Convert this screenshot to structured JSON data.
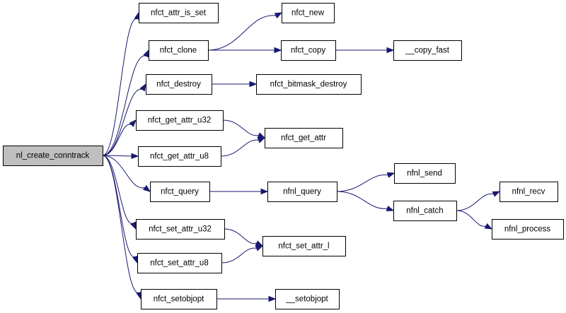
{
  "nodes": [
    {
      "id": "root",
      "label": "nl_create_conntrack"
    },
    {
      "id": "attr_is_set",
      "label": "nfct_attr_is_set"
    },
    {
      "id": "clone",
      "label": "nfct_clone"
    },
    {
      "id": "destroy",
      "label": "nfct_destroy"
    },
    {
      "id": "get_u32",
      "label": "nfct_get_attr_u32"
    },
    {
      "id": "get_u8",
      "label": "nfct_get_attr_u8"
    },
    {
      "id": "query",
      "label": "nfct_query"
    },
    {
      "id": "set_u32",
      "label": "nfct_set_attr_u32"
    },
    {
      "id": "set_u8",
      "label": "nfct_set_attr_u8"
    },
    {
      "id": "setobjopt",
      "label": "nfct_setobjopt"
    },
    {
      "id": "new",
      "label": "nfct_new"
    },
    {
      "id": "copy",
      "label": "nfct_copy"
    },
    {
      "id": "copy_fast",
      "label": "__copy_fast"
    },
    {
      "id": "bitmask_destroy",
      "label": "nfct_bitmask_destroy"
    },
    {
      "id": "get_attr",
      "label": "nfct_get_attr"
    },
    {
      "id": "nfnl_query",
      "label": "nfnl_query"
    },
    {
      "id": "nfnl_send",
      "label": "nfnl_send"
    },
    {
      "id": "nfnl_catch",
      "label": "nfnl_catch"
    },
    {
      "id": "nfnl_recv",
      "label": "nfnl_recv"
    },
    {
      "id": "nfnl_process",
      "label": "nfnl_process"
    },
    {
      "id": "set_attr_l",
      "label": "nfct_set_attr_l"
    },
    {
      "id": "setobjopt2",
      "label": "__setobjopt"
    }
  ],
  "edges": [
    [
      "root",
      "attr_is_set"
    ],
    [
      "root",
      "clone"
    ],
    [
      "root",
      "destroy"
    ],
    [
      "root",
      "get_u32"
    ],
    [
      "root",
      "get_u8"
    ],
    [
      "root",
      "query"
    ],
    [
      "root",
      "set_u32"
    ],
    [
      "root",
      "set_u8"
    ],
    [
      "root",
      "setobjopt"
    ],
    [
      "clone",
      "new"
    ],
    [
      "clone",
      "copy"
    ],
    [
      "copy",
      "copy_fast"
    ],
    [
      "destroy",
      "bitmask_destroy"
    ],
    [
      "get_u32",
      "get_attr"
    ],
    [
      "get_u8",
      "get_attr"
    ],
    [
      "query",
      "nfnl_query"
    ],
    [
      "nfnl_query",
      "nfnl_send"
    ],
    [
      "nfnl_query",
      "nfnl_catch"
    ],
    [
      "nfnl_catch",
      "nfnl_recv"
    ],
    [
      "nfnl_catch",
      "nfnl_process"
    ],
    [
      "set_u32",
      "set_attr_l"
    ],
    [
      "set_u8",
      "set_attr_l"
    ],
    [
      "setobjopt",
      "setobjopt2"
    ]
  ],
  "colors": {
    "edge": "#191970",
    "root_fill": "#bfbfbf",
    "node_fill": "#ffffff",
    "border": "#000000"
  }
}
